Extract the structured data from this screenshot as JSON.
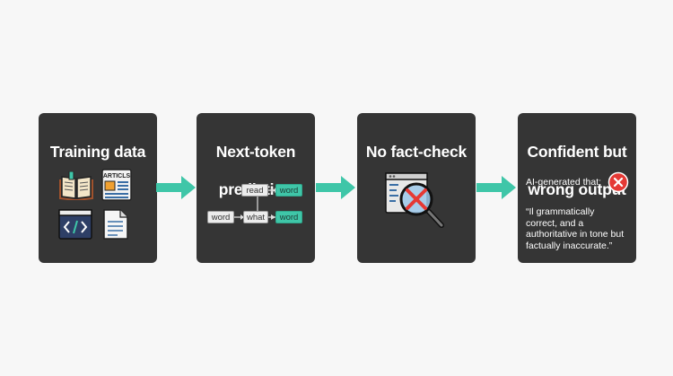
{
  "colors": {
    "card": "#353535",
    "accent": "#3fc6a8",
    "error": "#e53935",
    "background": "#f7f7f7"
  },
  "cards": [
    {
      "title_lines": [
        "Training data"
      ],
      "icons": [
        "book-icon",
        "newspaper-icon",
        "code-window-icon",
        "document-icon"
      ],
      "newspaper_header": "ARTICLS"
    },
    {
      "title_lines": [
        "Next-token",
        "prediction"
      ],
      "tokens": {
        "read": "read",
        "word_top": "word",
        "word_left": "word",
        "what": "what",
        "word_bottom": "word"
      }
    },
    {
      "title_lines": [
        "No fact-check"
      ],
      "icons": [
        "magnifier-browser-cross-icon"
      ]
    },
    {
      "title_lines": [
        "Confident but",
        "wrong output"
      ],
      "label": "AI-generated that:",
      "quote_lines": [
        "“Il grammatically",
        "correct, and a",
        "authoritative in tone but",
        "factually inaccurate.”"
      ],
      "icons": [
        "error-x-icon"
      ]
    }
  ],
  "arrows": [
    "arrow-1",
    "arrow-2",
    "arrow-3"
  ]
}
